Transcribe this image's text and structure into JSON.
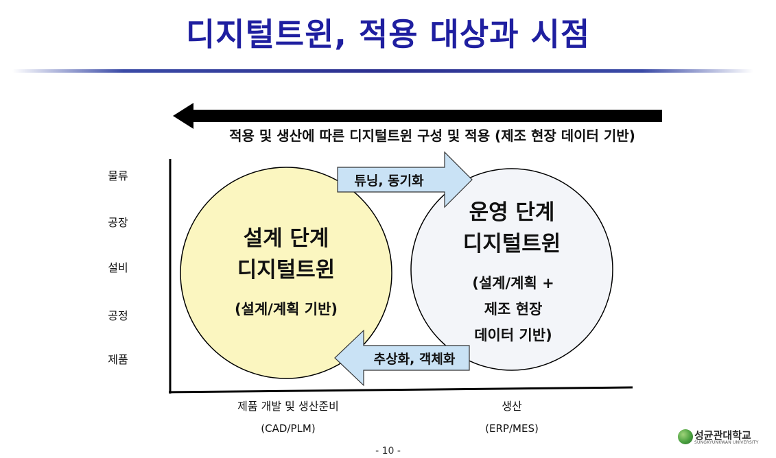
{
  "title": "디지털트윈, 적용 대상과 시점",
  "top_arrow_caption": "적용 및 생산에 따른 디지털트윈 구성 및 적용 (제조 현장 데이터 기반)",
  "y_axis_labels": [
    "물류",
    "공장",
    "설비",
    "공정",
    "제품"
  ],
  "x_axis_labels": [
    {
      "line1": "제품 개발 및 생산준비",
      "line2": "(CAD/PLM)"
    },
    {
      "line1": "생산",
      "line2": "(ERP/MES)"
    }
  ],
  "design_circle": {
    "line1": "설계 단계",
    "line2": "디지털트윈",
    "line3": "(설계/계획 기반)",
    "fill": "#fbf6c0"
  },
  "operation_circle": {
    "line1": "운영 단계",
    "line2": "디지털트윈",
    "line3": "(설계/계획 +",
    "line4": "제조 현장",
    "line5": "데이터 기반)",
    "fill": "#f3f5f9"
  },
  "arrow_right_label": "튜닝, 동기화",
  "arrow_left_label": "추상화, 객체화",
  "arrow_fill": "#c9e2f5",
  "page_number": "- 10 -",
  "logo": {
    "name": "성균관대학교",
    "sub": "SUNGKYUNKWAN UNIVERSITY"
  },
  "colors": {
    "title": "#1f1fa0",
    "rule": "#2b2f8f"
  }
}
